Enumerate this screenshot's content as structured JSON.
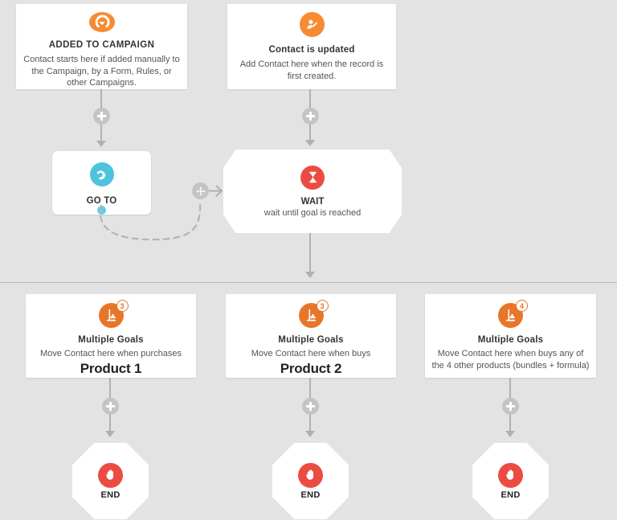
{
  "canvas": {
    "background": "#e3e3e3",
    "divider_color": "#b9b9b9"
  },
  "colors": {
    "orange": "#f68b33",
    "orange_dark": "#e8762a",
    "cyan": "#4ec3dd",
    "red": "#eb4c42",
    "connector_gray": "#b0b0b0",
    "plus_gray": "#c4c4c4",
    "card_white": "#ffffff"
  },
  "triggers": [
    {
      "id": "added-to-campaign",
      "icon": "curved-down-arrow-icon",
      "title": "ADDED TO CAMPAIGN",
      "description": "Contact starts here if added manually to the Campaign, by a Form, Rules, or other Campaigns."
    },
    {
      "id": "contact-is-updated",
      "icon": "contact-edit-icon",
      "title": "Contact is updated",
      "description": "Add Contact here when the record is first created."
    }
  ],
  "goto_node": {
    "icon": "goto-arrow-icon",
    "title": "GO TO"
  },
  "wait_node": {
    "icon": "hourglass-icon",
    "title": "WAIT",
    "description": "wait until goal is reached"
  },
  "move_handle": {
    "icon": "move-handle-icon"
  },
  "goals": [
    {
      "icon": "multiple-goals-flag-icon",
      "badge": "3",
      "title": "Multiple Goals",
      "description": "Move Contact here when purchases",
      "product": "Product 1"
    },
    {
      "icon": "multiple-goals-flag-icon",
      "badge": "3",
      "title": "Multiple Goals",
      "description": "Move Contact here when buys",
      "product": "Product 2"
    },
    {
      "icon": "multiple-goals-flag-icon",
      "badge": "4",
      "title": "Multiple Goals",
      "description": "Move Contact here when buys any of the 4 other products (bundles + formula)",
      "product": ""
    }
  ],
  "end_nodes": [
    {
      "icon": "stop-hand-icon",
      "label": "END"
    },
    {
      "icon": "stop-hand-icon",
      "label": "END"
    },
    {
      "icon": "stop-hand-icon",
      "label": "END"
    }
  ],
  "add_buttons": [
    {
      "name": "add-step-under-added-to-campaign",
      "label": "+"
    },
    {
      "name": "add-step-under-contact-is-updated",
      "label": "+"
    },
    {
      "name": "add-step-under-goal-1",
      "label": "+"
    },
    {
      "name": "add-step-under-goal-2",
      "label": "+"
    },
    {
      "name": "add-step-under-goal-3",
      "label": "+"
    }
  ]
}
